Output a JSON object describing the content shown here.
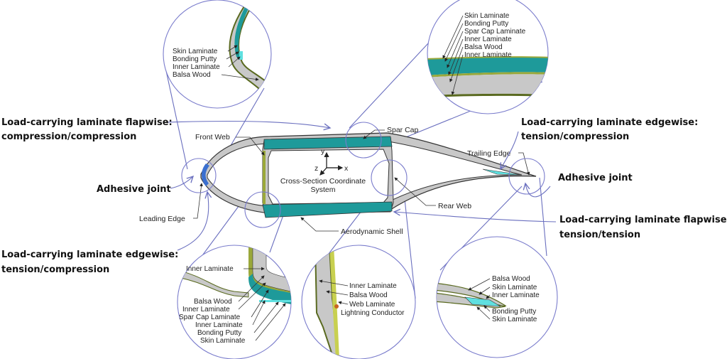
{
  "diagram": {
    "title": "Wind turbine blade cross-section",
    "colors": {
      "spar_cap": "#1e9a9a",
      "balsa": "#c8c8c8",
      "laminate": "#9aa83a",
      "adhesive_leading": "#3a6fd0",
      "bonding_putty": "#5fe0e0",
      "callout_lines": "#6a6fbf"
    },
    "center": {
      "labels": {
        "front_web": "Front Web",
        "spar_cap": "Spar Cap",
        "trailing_edge": "Trailing Edge",
        "rear_web": "Rear Web",
        "leading_edge": "Leading Edge",
        "aerodynamic_shell": "Aerodynamic Shell",
        "coord_system_line1": "Cross-Section Coordinate",
        "coord_system_line2": "System",
        "axis_x": "x",
        "axis_y": "y",
        "axis_z": "z"
      }
    },
    "details": {
      "leading_edge_top": [
        "Skin Laminate",
        "Bonding Putty",
        "Inner Laminate",
        "Balsa Wood"
      ],
      "spar_cap_top": [
        "Skin Laminate",
        "Bonding Putty",
        "Spar Cap Laminate",
        "Inner Laminate",
        "Balsa Wood",
        "Inner Laminate"
      ],
      "spar_cap_bottom": [
        "Inner Laminate",
        "Balsa Wood",
        "Inner Laminate",
        "Spar Cap Laminate",
        "Inner Laminate",
        "Bonding Putty",
        "Skin Laminate"
      ],
      "rear_web": [
        "Inner Laminate",
        "Balsa Wood",
        "Web Laminate",
        "Lightning Conductor"
      ],
      "trailing_edge": [
        "Balsa Wood",
        "Skin Laminate",
        "Inner Laminate",
        "Bonding Putty",
        "Skin Laminate"
      ]
    },
    "annotations": {
      "flap_comp_line1": "Load-carrying laminate flapwise:",
      "flap_comp_line2": "compression/compression",
      "adhesive_left": "Adhesive joint",
      "edge_left_line1": "Load-carrying laminate edgewise:",
      "edge_left_line2": "tension/compression",
      "edge_right_line1": "Load-carrying laminate edgewise:",
      "edge_right_line2": "tension/compression",
      "adhesive_right": "Adhesive joint",
      "flap_tens_line1": "Load-carrying laminate flapwise:",
      "flap_tens_line2": "tension/tension"
    }
  }
}
